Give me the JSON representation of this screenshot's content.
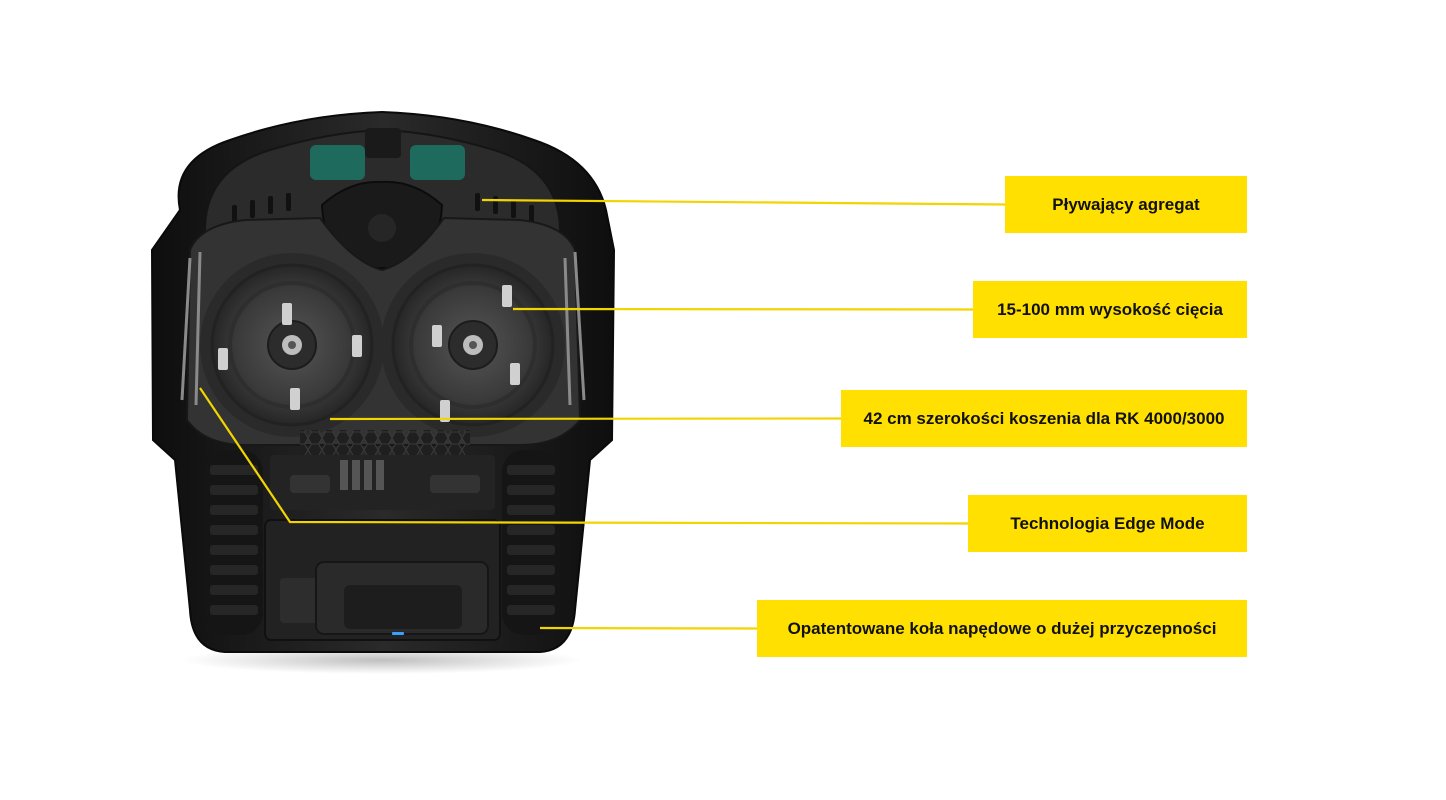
{
  "colors": {
    "accent": "#ffe000",
    "leader": "#f2d400",
    "label_text": "#111111",
    "chassis": "#1c1c1c",
    "deck": "#3a3a3a",
    "teal": "#1e6b5e"
  },
  "callouts": [
    {
      "label": "Pływający agregat"
    },
    {
      "label": "15-100 mm wysokość cięcia"
    },
    {
      "label": "42 cm szerokości koszenia dla RK 4000/3000"
    },
    {
      "label": "Technologia Edge Mode"
    },
    {
      "label": "Opatentowane koła napędowe o dużej przyczepności"
    }
  ]
}
